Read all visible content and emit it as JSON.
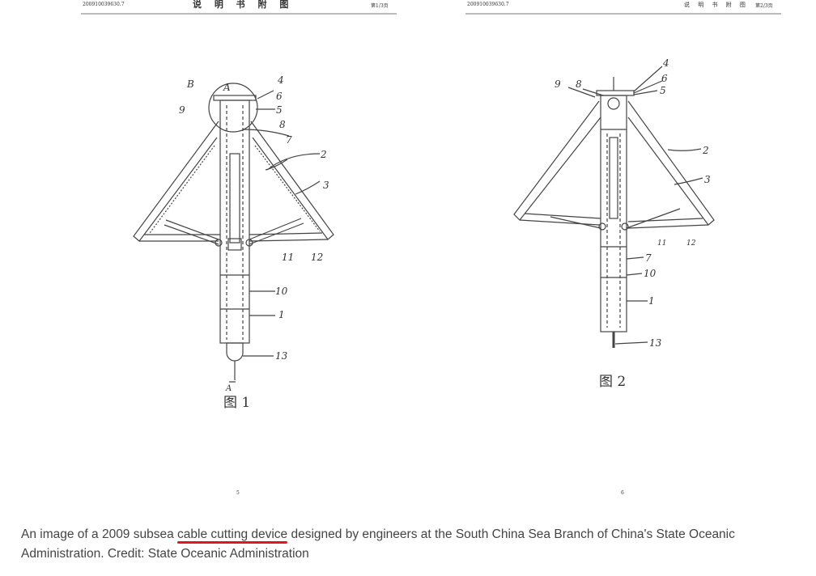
{
  "figure": {
    "left_page": {
      "header_number": "200910039630.7",
      "header_title": "说 明 书 附 图",
      "header_page": "第1/3页",
      "page_number": "5",
      "figure_label": "图 1",
      "labels": [
        "B",
        "A",
        "4",
        "6",
        "5",
        "9",
        "8",
        "7",
        "2",
        "3",
        "11",
        "12",
        "10",
        "1",
        "13",
        "A"
      ]
    },
    "right_page": {
      "header_number": "200910039630.7",
      "header_title": "说 明 书 附 图",
      "header_page": "第2/3页",
      "page_number": "6",
      "figure_label": "图 2",
      "labels": [
        "4",
        "6",
        "5",
        "9",
        "8",
        "2",
        "3",
        "11",
        "12",
        "7",
        "10",
        "1",
        "13"
      ]
    }
  },
  "caption": {
    "before": "An image of a 2009 subsea ",
    "highlight": "cable cutting device",
    "after": " designed by engineers at the South China Sea Branch of China's State Oceanic Administration. Credit: State Oceanic Administration",
    "highlight_color": "#e0181e"
  }
}
